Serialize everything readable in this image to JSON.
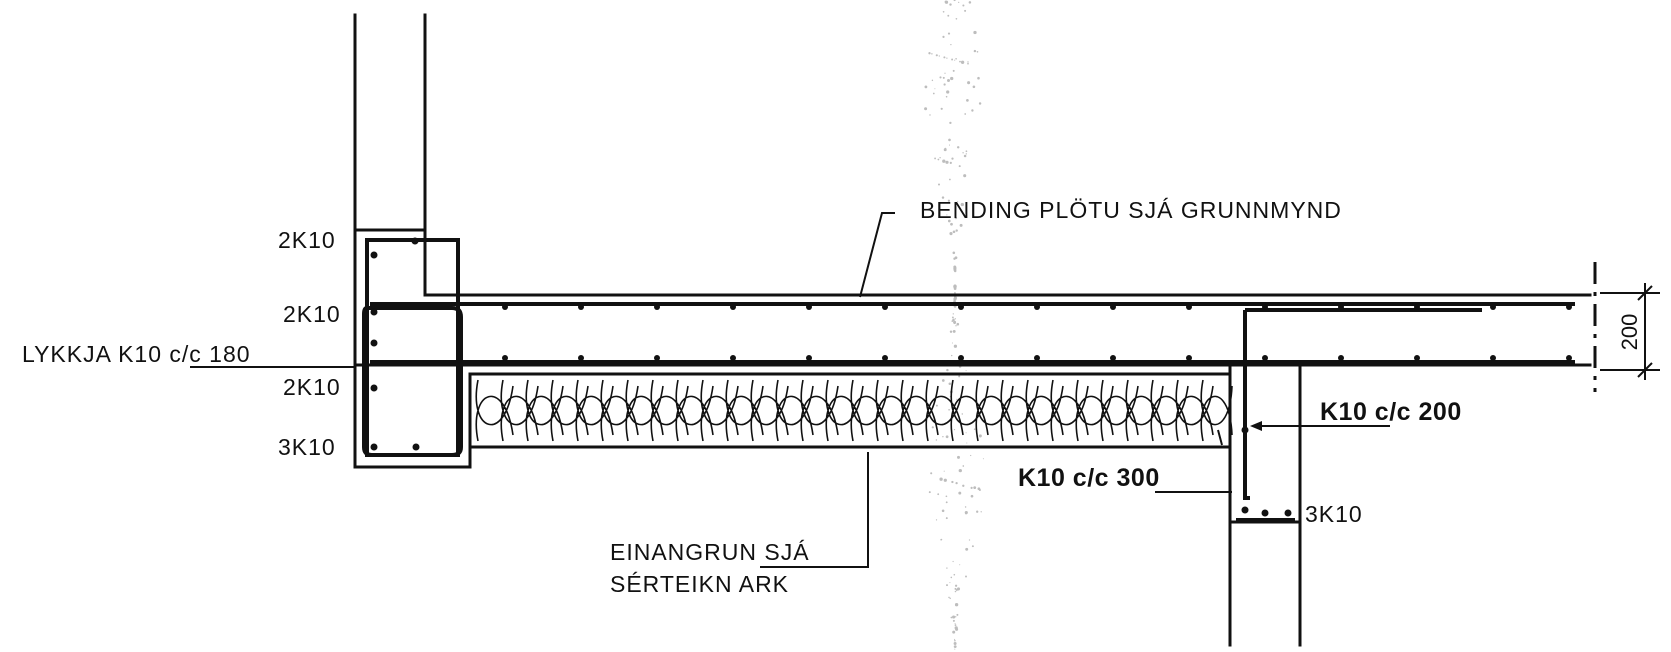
{
  "labels": {
    "bending": "BENDING PLÖTU SJÁ GRUNNMYND",
    "wall_top_bars": "2K10",
    "top_slab_bars": "2K10",
    "loop": "LYKKJA K10 c/c 180",
    "bottom_slab_bars": "2K10",
    "beam_bottom_bars": "3K10",
    "stirrup_200": "K10 c/c 200",
    "stirrup_300": "K10 c/c 300",
    "footing_bars": "3K10",
    "insulation_line1": "EINANGRUN SJÁ",
    "insulation_line2": "SÉRTEIKN ARK",
    "dimension": "200"
  },
  "colors": {
    "ink": "#111111",
    "paper": "#ffffff"
  }
}
